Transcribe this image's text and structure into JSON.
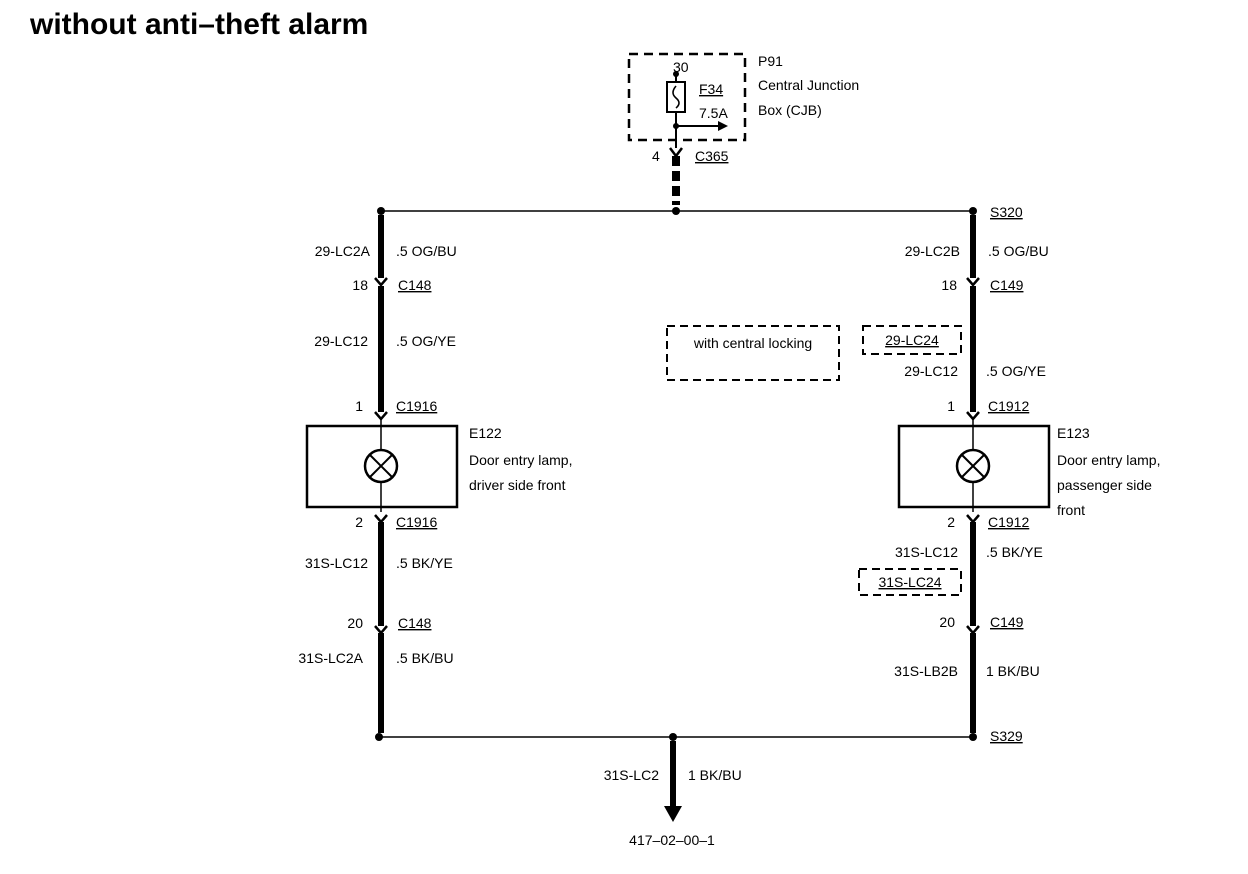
{
  "title": "without anti–theft alarm",
  "cjb": {
    "id": "P91",
    "name_line1": "Central Junction",
    "name_line2": "Box (CJB)",
    "pin_in": "30",
    "fuse_id": "F34",
    "fuse_rating": "7.5A",
    "connector_pin": "4",
    "connector": "C365"
  },
  "splices": {
    "top": "S320",
    "bottom": "S329"
  },
  "left_branch": {
    "wire1": {
      "circuit": "29-LC2A",
      "spec": ".5 OG/BU"
    },
    "conn1": {
      "pin": "18",
      "name": "C148"
    },
    "wire2": {
      "circuit": "29-LC12",
      "spec": ".5 OG/YE"
    },
    "lamp_in": {
      "pin": "1",
      "name": "C1916"
    },
    "lamp": {
      "id": "E122",
      "line1": "Door entry lamp,",
      "line2": "driver side front"
    },
    "lamp_out": {
      "pin": "2",
      "name": "C1916"
    },
    "wire3": {
      "circuit": "31S-LC12",
      "spec": ".5 BK/YE"
    },
    "conn2": {
      "pin": "20",
      "name": "C148"
    },
    "wire4": {
      "circuit": "31S-LC2A",
      "spec": ".5 BK/BU"
    }
  },
  "right_branch": {
    "wire1": {
      "circuit": "29-LC2B",
      "spec": ".5 OG/BU"
    },
    "conn1": {
      "pin": "18",
      "name": "C149"
    },
    "option_note": "with central locking",
    "alt_circuit_top": "29-LC24",
    "wire2": {
      "circuit": "29-LC12",
      "spec": ".5 OG/YE"
    },
    "lamp_in": {
      "pin": "1",
      "name": "C1912"
    },
    "lamp": {
      "id": "E123",
      "line1": "Door entry lamp,",
      "line2": "passenger side",
      "line3": "front"
    },
    "lamp_out": {
      "pin": "2",
      "name": "C1912"
    },
    "wire3": {
      "circuit": "31S-LC12",
      "spec": ".5 BK/YE"
    },
    "alt_circuit_bottom": "31S-LC24",
    "conn2": {
      "pin": "20",
      "name": "C149"
    },
    "wire4": {
      "circuit": "31S-LB2B",
      "spec": "1 BK/BU"
    }
  },
  "ground_wire": {
    "circuit": "31S-LC2",
    "spec": "1 BK/BU"
  },
  "figure_id": "417–02–00–1",
  "colors": {
    "ink": "#000000",
    "background": "#ffffff"
  }
}
